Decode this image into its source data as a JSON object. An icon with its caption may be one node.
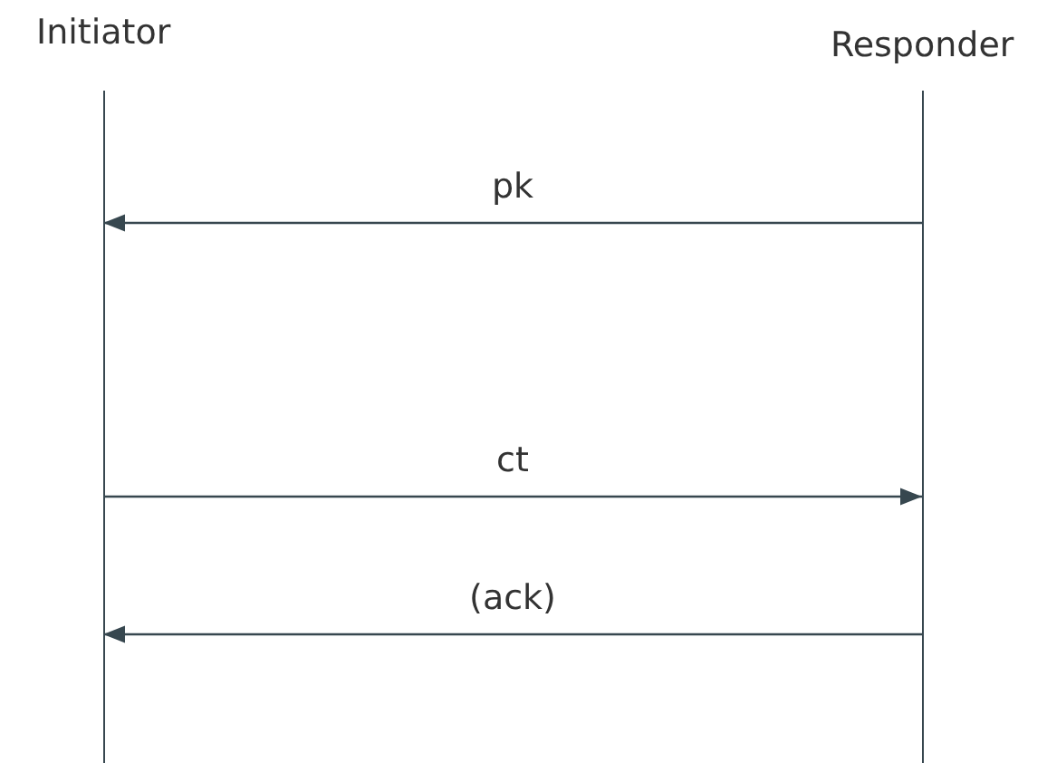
{
  "diagram": {
    "nodes": [
      {
        "text": [
          "Initiator"
        ]
      },
      {
        "text": [
          "Responder"
        ]
      }
    ],
    "edges": [
      {
        "from": 1,
        "to": 0,
        "arrow": "to",
        "label": "pk"
      },
      {
        "from": 0,
        "to": 1,
        "arrow": "to",
        "label": "ct"
      },
      {
        "from": 1,
        "to": 0,
        "arrow": "to",
        "label": "(ack)"
      }
    ]
  }
}
